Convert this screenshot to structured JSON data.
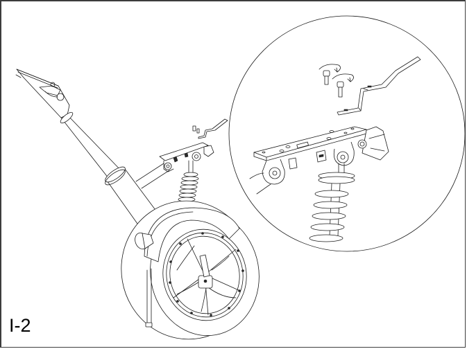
{
  "figure": {
    "step_label": "I-2",
    "type": "assembly-instruction-illustration",
    "colors": {
      "line": "#1a1a1a",
      "frame": "#3c3c3c",
      "background": "#ffffff"
    },
    "main_view": {
      "parts": [
        "handlebar-stem",
        "handlebar-mount",
        "steering-column",
        "frame-tube",
        "seat-mount-plate",
        "shock-absorber",
        "front-fender",
        "front-wheel",
        "wheel-hub",
        "kickstand",
        "headlight",
        "bracket",
        "screws"
      ]
    },
    "detail_inset": {
      "shape": "circle",
      "parts": [
        "screw-1",
        "screw-2",
        "rotation-arrow-1",
        "rotation-arrow-2",
        "z-bracket",
        "mount-plate",
        "pivot-lugs",
        "headlight",
        "shock-spring"
      ]
    }
  }
}
